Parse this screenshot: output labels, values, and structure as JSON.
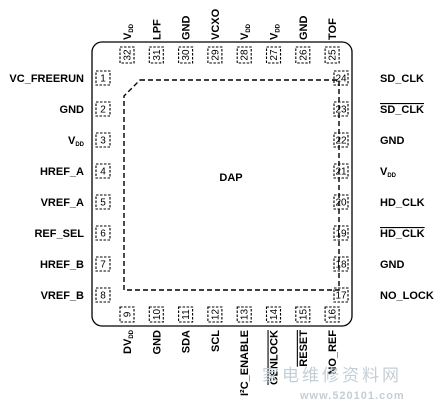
{
  "package": {
    "dap_label": "DAP"
  },
  "pins": {
    "left": [
      {
        "num": "1",
        "label": "VC_FREERUN"
      },
      {
        "num": "2",
        "label": "GND"
      },
      {
        "num": "3",
        "label": "V",
        "sub": "DD"
      },
      {
        "num": "4",
        "label": "HREF_A"
      },
      {
        "num": "5",
        "label": "VREF_A"
      },
      {
        "num": "6",
        "label": "REF_SEL"
      },
      {
        "num": "7",
        "label": "HREF_B"
      },
      {
        "num": "8",
        "label": "VREF_B"
      }
    ],
    "bottom": [
      {
        "num": "9",
        "label": "DV",
        "sub": "DD"
      },
      {
        "num": "10",
        "label": "GND"
      },
      {
        "num": "11",
        "label": "SDA"
      },
      {
        "num": "12",
        "label": "SCL"
      },
      {
        "num": "13",
        "label": "I²C_ENABLE"
      },
      {
        "num": "14",
        "label": "GENLOCK",
        "overline": true
      },
      {
        "num": "15",
        "label": "RESET",
        "overline": true
      },
      {
        "num": "16",
        "label": "NO_REF"
      }
    ],
    "right": [
      {
        "num": "17",
        "label": "NO_LOCK"
      },
      {
        "num": "18",
        "label": "GND"
      },
      {
        "num": "19",
        "label": "HD_CLK",
        "overline": true
      },
      {
        "num": "20",
        "label": "HD_CLK"
      },
      {
        "num": "21",
        "label": "V",
        "sub": "DD"
      },
      {
        "num": "22",
        "label": "GND"
      },
      {
        "num": "23",
        "label": "SD_CLK",
        "overline": true
      },
      {
        "num": "24",
        "label": "SD_CLK"
      }
    ],
    "top": [
      {
        "num": "25",
        "label": "TOF"
      },
      {
        "num": "26",
        "label": "GND"
      },
      {
        "num": "27",
        "label": "V",
        "sub": "DD"
      },
      {
        "num": "28",
        "label": "V",
        "sub": "DD"
      },
      {
        "num": "29",
        "label": "VCXO"
      },
      {
        "num": "30",
        "label": "GND"
      },
      {
        "num": "31",
        "label": "LPF"
      },
      {
        "num": "32",
        "label": "V",
        "sub": "DD"
      }
    ]
  },
  "watermark": {
    "text": "家电维修资料网",
    "url": "www.520101.com"
  }
}
